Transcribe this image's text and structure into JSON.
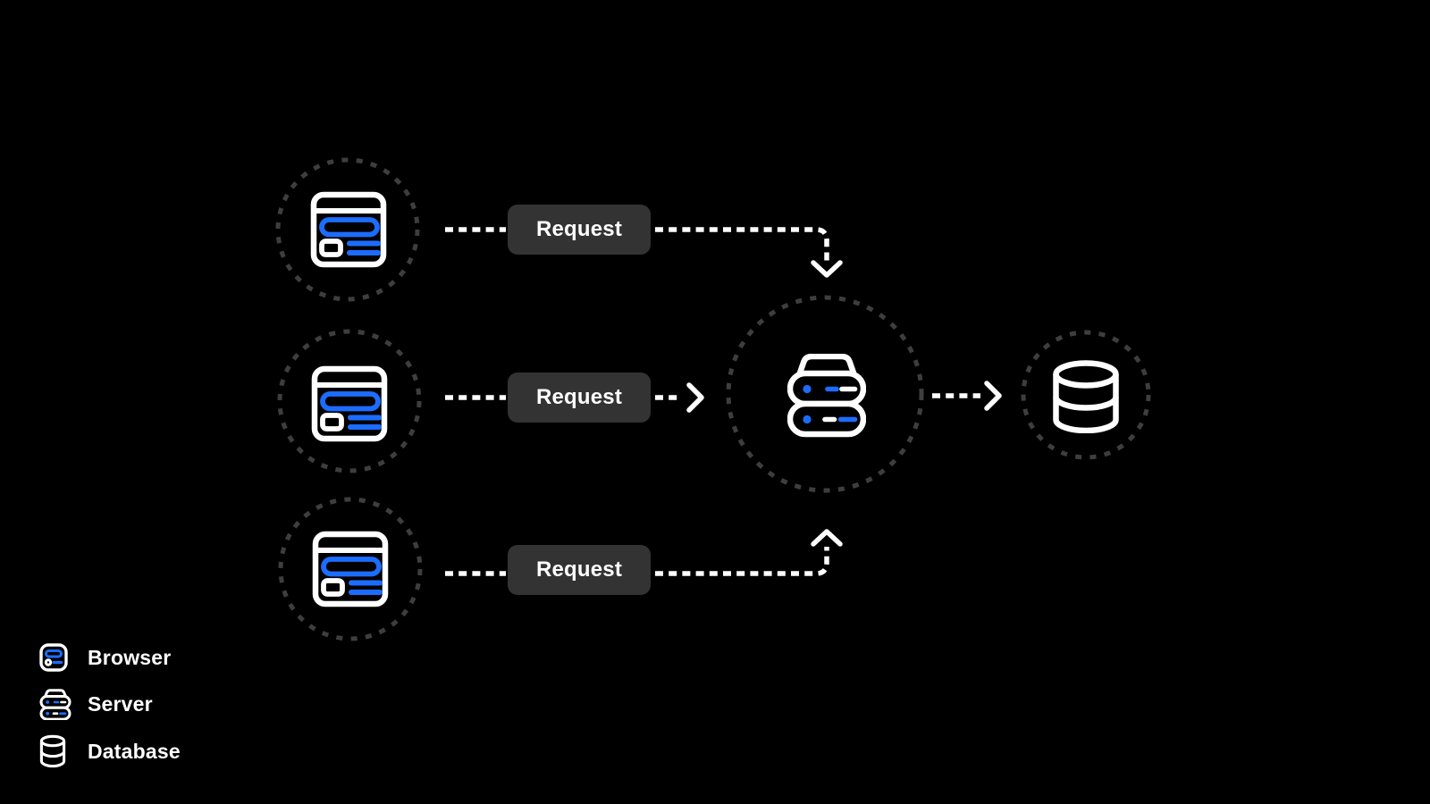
{
  "diagram": {
    "type": "request-flow",
    "browser_count": 3,
    "server_count": 1,
    "database_count": 1
  },
  "flows": [
    {
      "label": "Request"
    },
    {
      "label": "Request"
    },
    {
      "label": "Request"
    }
  ],
  "legend": {
    "items": [
      {
        "icon": "browser-icon",
        "label": "Browser"
      },
      {
        "icon": "server-icon",
        "label": "Server"
      },
      {
        "icon": "database-icon",
        "label": "Database"
      }
    ]
  },
  "colors": {
    "background": "#000000",
    "accent_blue": "#1C6DFF",
    "request_box": "#333333",
    "dotted_circle": "#3E3E3E",
    "foreground": "#FFFFFF"
  }
}
